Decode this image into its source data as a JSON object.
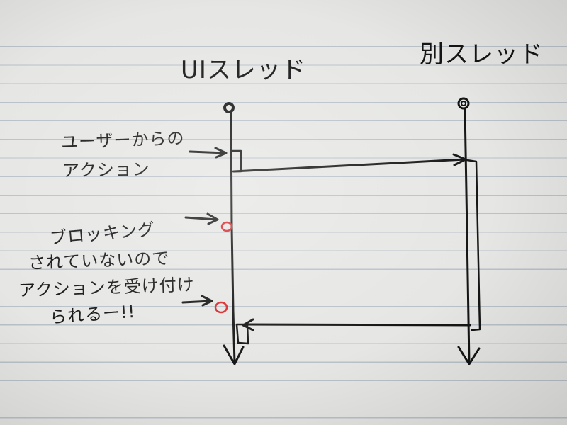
{
  "lifelines": {
    "ui_thread": "UIスレッド",
    "other_thread": "別スレッド"
  },
  "annotations": {
    "user_action_line1": "ユーザーからの",
    "user_action_line2": "アクション",
    "nonblocking_line1": "ブロッキング",
    "nonblocking_line2": "されていないので",
    "nonblocking_line3": "アクションを受け付け",
    "nonblocking_line4": "られるー!!"
  },
  "colors": {
    "ink": "#151515",
    "marker_red": "#d8262a"
  }
}
